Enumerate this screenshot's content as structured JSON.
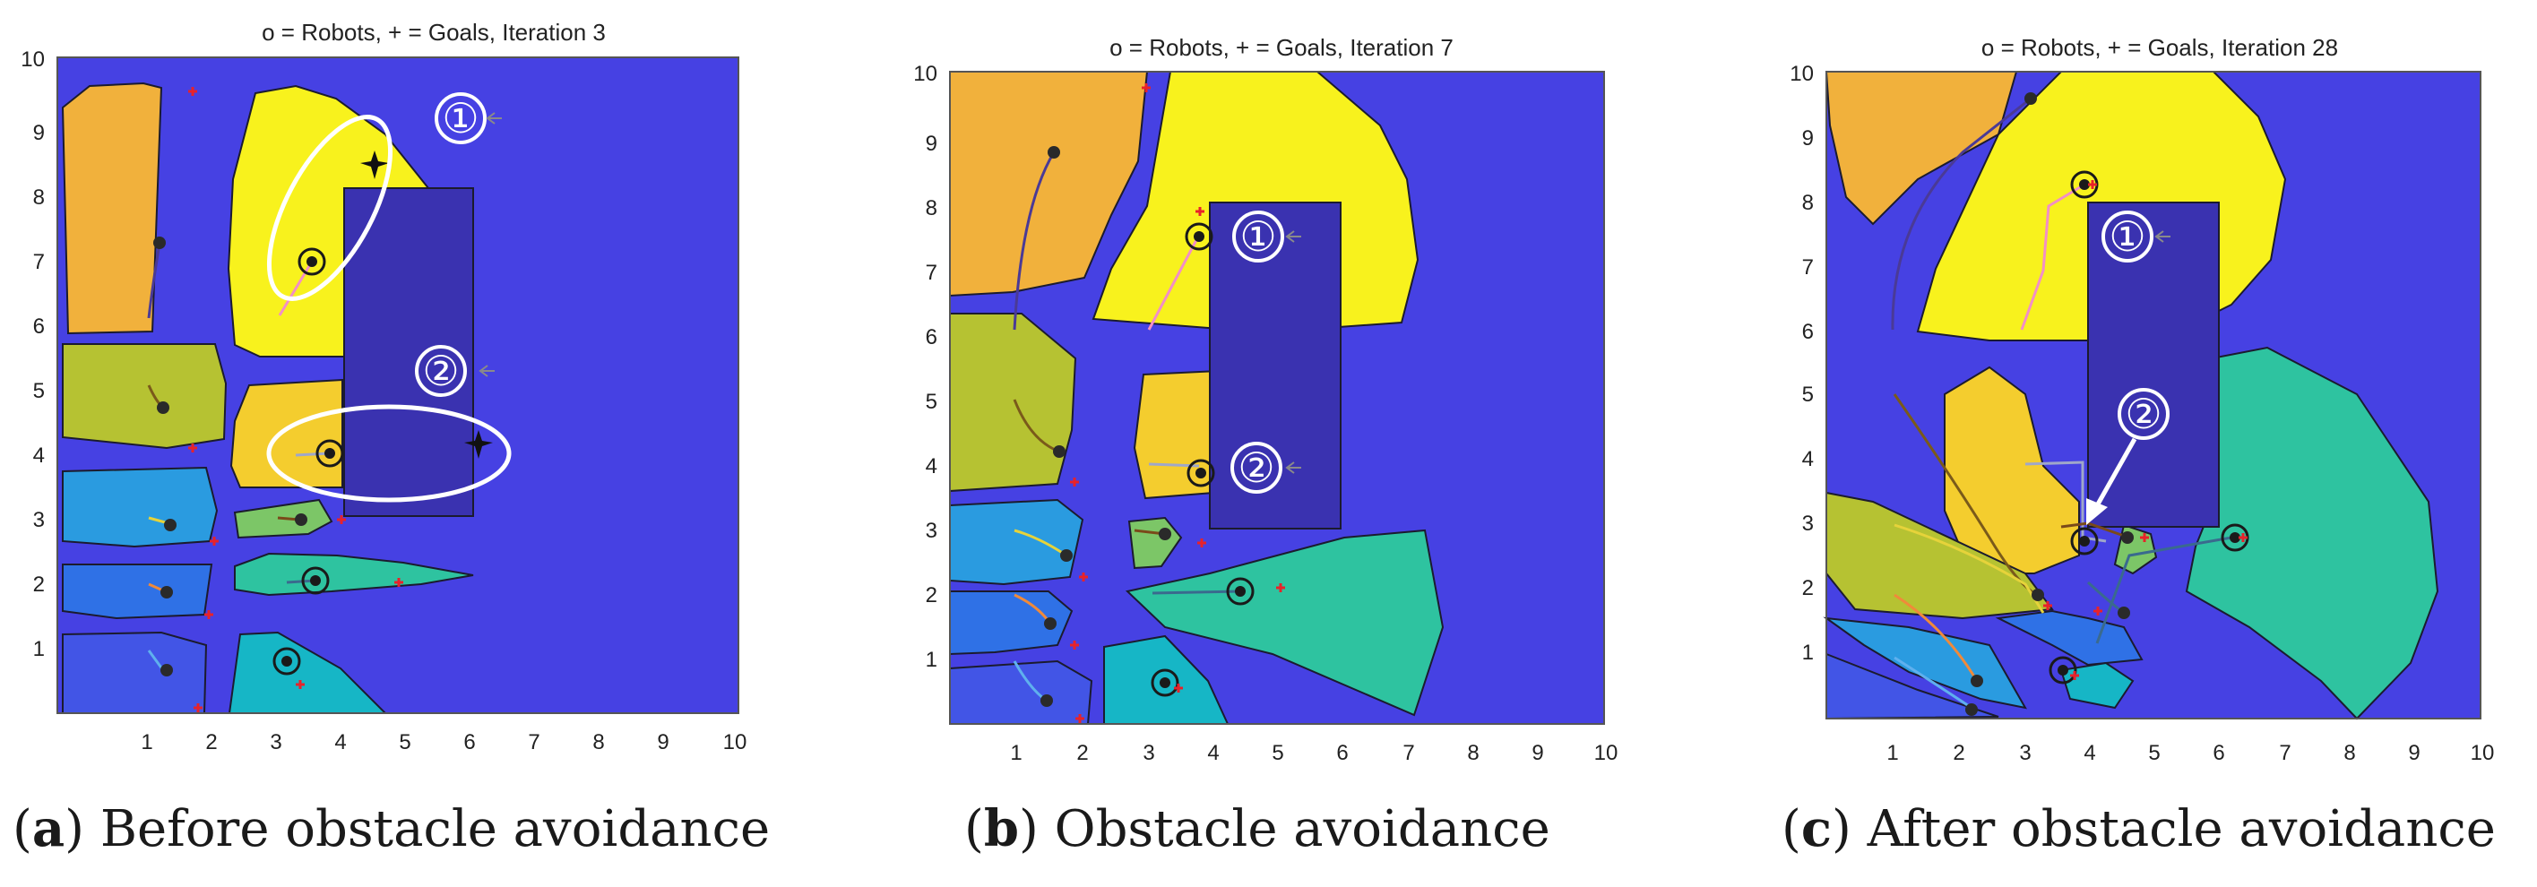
{
  "panels": [
    {
      "title": "o = Robots, + = Goals, Iteration 3",
      "caption_letter": "a",
      "caption_text": "Before obstacle avoidance",
      "x_ticks": [
        "1",
        "2",
        "3",
        "4",
        "5",
        "6",
        "7",
        "8",
        "9",
        "10"
      ],
      "y_ticks": [
        "1",
        "2",
        "3",
        "4",
        "5",
        "6",
        "7",
        "8",
        "9",
        "10"
      ],
      "callouts": [
        "①",
        "②"
      ]
    },
    {
      "title": "o = Robots, + = Goals, Iteration 7",
      "caption_letter": "b",
      "caption_text": "Obstacle avoidance",
      "x_ticks": [
        "1",
        "2",
        "3",
        "4",
        "5",
        "6",
        "7",
        "8",
        "9",
        "10"
      ],
      "y_ticks": [
        "1",
        "2",
        "3",
        "4",
        "5",
        "6",
        "7",
        "8",
        "9",
        "10"
      ],
      "callouts": [
        "①",
        "②"
      ]
    },
    {
      "title": "o = Robots, + = Goals, Iteration 28",
      "caption_letter": "c",
      "caption_text": "After obstacle avoidance",
      "x_ticks": [
        "1",
        "2",
        "3",
        "4",
        "5",
        "6",
        "7",
        "8",
        "9",
        "10"
      ],
      "y_ticks": [
        "1",
        "2",
        "3",
        "4",
        "5",
        "6",
        "7",
        "8",
        "9",
        "10"
      ],
      "callouts": [
        "①",
        "②"
      ]
    }
  ],
  "colors": {
    "background": "#4641e3",
    "obstacle": "#3a32b0",
    "orange": "#f1b13c",
    "yellow": "#f8f21d",
    "gold": "#f4cd2e",
    "olive": "#b6c232",
    "sky": "#2a9be0",
    "blue": "#2f71e6",
    "green": "#7cc667",
    "teal": "#2ec3a0",
    "cyan": "#16b6c6"
  }
}
